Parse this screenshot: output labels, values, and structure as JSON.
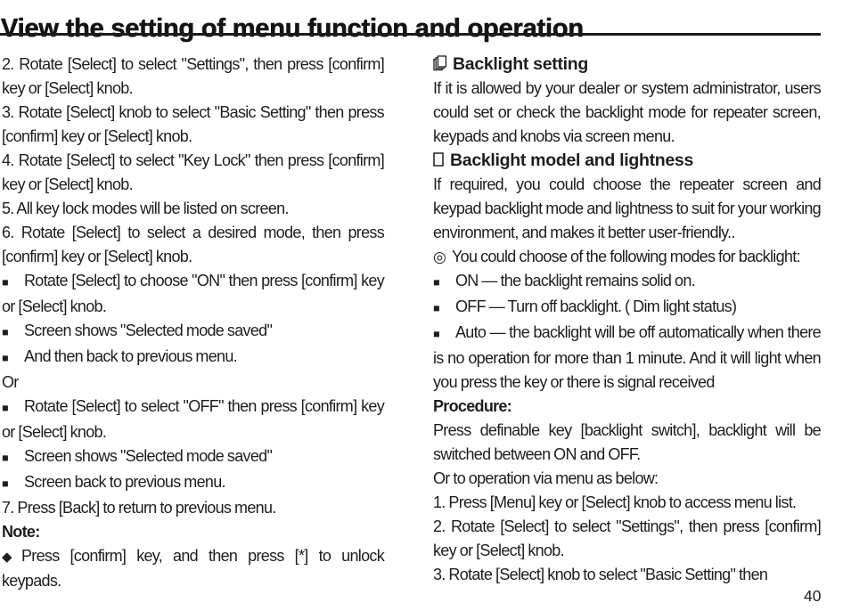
{
  "page": {
    "title": "View the setting of menu function and operation",
    "page_number": "40"
  },
  "colors": {
    "background": "#ffffff",
    "text": "#1e1e1e",
    "rule": "#1b1b1b"
  },
  "glyphs": {
    "square_bullet": "■",
    "diamond_bullet": "◆",
    "target_bullet": "◎"
  },
  "left": {
    "steps": [
      "2. Rotate [Select] to select \"Settings\", then press [confirm] key or [Select] knob.",
      "3. Rotate [Select] knob to select \"Basic Setting\" then press [confirm] key or [Select] knob.",
      "4. Rotate [Select] to select \"Key Lock\" then press [confirm] key or [Select] knob.",
      "5. All key lock modes will be listed on screen.",
      "6. Rotate [Select] to select a desired mode, then press [confirm] key or [Select] knob."
    ],
    "on_bullets": [
      "Rotate [Select] to choose \"ON\" then press [confirm] key or [Select] knob.",
      "Screen shows \"Selected mode saved\"",
      "And then back to previous menu."
    ],
    "or_label": "Or",
    "off_bullets": [
      "Rotate [Select] to select \"OFF\" then press [confirm] key or [Select] knob.",
      "Screen shows \"Selected mode saved\"",
      "Screen back to previous menu."
    ],
    "step7": "7. Press [Back] to return to previous menu.",
    "note_label": "Note:",
    "note_text": "Press [confirm] key, and then press [*] to unlock keypads."
  },
  "right": {
    "heading": "Backlight setting",
    "intro": "If it is allowed by your dealer or system administrator, users could set or check the backlight mode for repeater screen, keypads and knobs via screen menu.",
    "subheading": "Backlight model and lightness",
    "description": "If required, you could choose the repeater screen and keypad backlight mode and lightness to suit for your working environment, and makes it better user-friendly..",
    "modes_intro": "You could choose of the following modes for backlight:",
    "modes": [
      "ON — the backlight remains solid on.",
      "OFF — Turn off backlight. ( Dim light status)",
      "Auto — the backlight will be off automatically when there is no operation for more than 1 minute. And it will light when you press the key or there is signal received"
    ],
    "procedure_label": "Procedure:",
    "procedure_text": "Press definable key [backlight switch], backlight will be switched between ON and OFF.",
    "menu_alt": "Or to operation via menu as below:",
    "steps": [
      "1. Press [Menu] key or [Select] knob to access menu list.",
      "2. Rotate [Select] to select \"Settings\", then press [confirm] key or [Select] knob.",
      "3. Rotate [Select] knob to select \"Basic Setting\" then"
    ]
  }
}
